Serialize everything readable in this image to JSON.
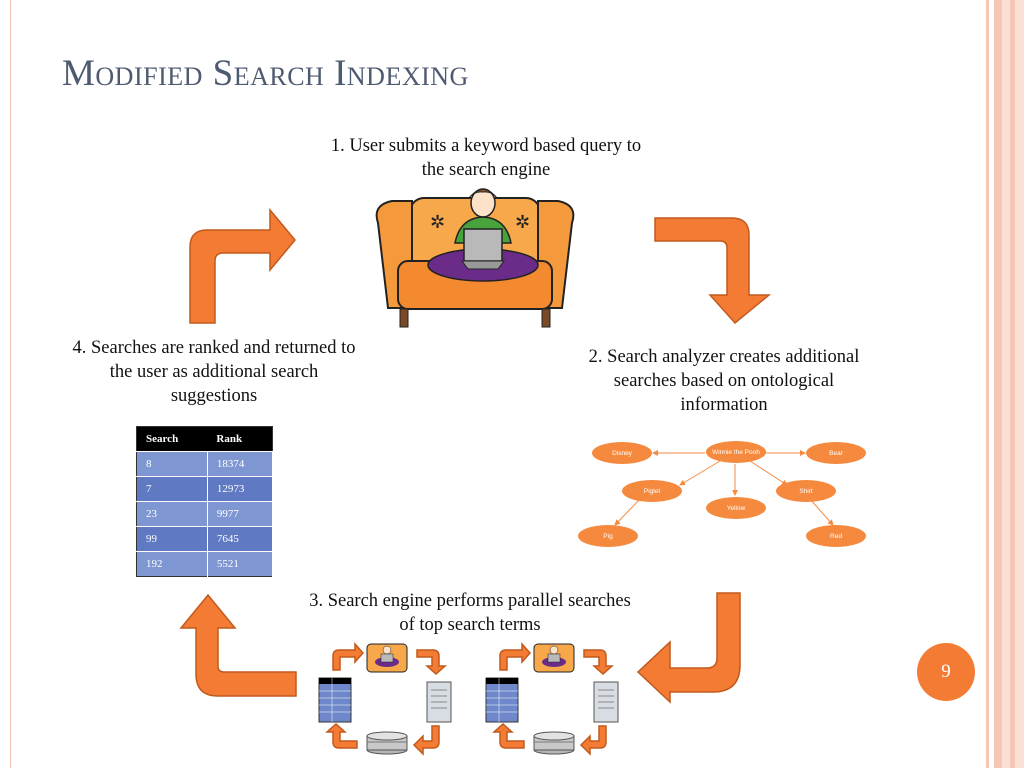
{
  "title": "Modified Search Indexing",
  "steps": {
    "step1": "1. User submits a keyword based query to the search engine",
    "step2": "2. Search analyzer creates additional searches based on ontological information",
    "step3": "3. Search engine performs parallel searches of top search terms",
    "step4": "4. Searches are ranked and returned to the user as additional search suggestions"
  },
  "rank_table": {
    "headers": [
      "Search",
      "Rank"
    ],
    "rows": [
      [
        "8",
        "18374"
      ],
      [
        "7",
        "12973"
      ],
      [
        "23",
        "9977"
      ],
      [
        "99",
        "7645"
      ],
      [
        "192",
        "5521"
      ]
    ]
  },
  "ontology": {
    "nodes": {
      "disney": "Disney",
      "pooh": "Winnie the Pooh",
      "bear": "Bear",
      "piglet": "Piglet",
      "yellow": "Yellow",
      "shirt": "Shirt",
      "pig": "Pig",
      "red": "Red"
    }
  },
  "page_number": "9",
  "colors": {
    "accent": "#f47b33",
    "title": "#4e5a6f",
    "table_header": "#000000",
    "table_row": "#6f88cb"
  },
  "icons": [
    "curved-arrow-icon",
    "person-on-couch-icon",
    "server-icon",
    "database-icon"
  ]
}
